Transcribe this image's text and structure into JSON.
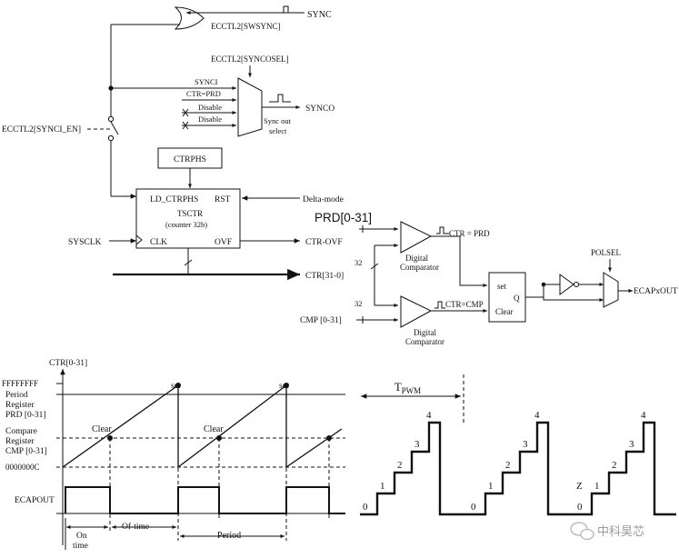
{
  "block": {
    "sync_in": "SYNC",
    "swsync": "ECCTL2[SWSYNC]",
    "syncosel": "ECCTL2[SYNCOSEL]",
    "synci_en": "ECCTL2[SYNCI_EN]",
    "mux_inputs": [
      "SYNCI",
      "CTR=PRD",
      "Disable",
      "Disable"
    ],
    "synco": "SYNCO",
    "sync_out_select": [
      "Sync out",
      "select"
    ],
    "ctrphs": "CTRPHS",
    "ld_ctrphs": "LD_CTRPHS",
    "rst": "RST",
    "tsctr": "TSCTR",
    "counter": "(counter 32b)",
    "clk": "CLK",
    "ovf": "OVF",
    "sysclk": "SYSCLK",
    "delta_mode": "Delta-mode",
    "ctr_ovf": "CTR-OVF",
    "prd": "PRD[0-31]",
    "ctr_bus": "CTR[31-0]",
    "cmp": "CMP [0-31]",
    "bus_width_1": "32",
    "bus_width_2": "32",
    "comparator_1": [
      "Digital",
      "Comparator"
    ],
    "comparator_2": [
      "Digital",
      "Comparator"
    ],
    "ctr_eq_prd": "CTR = PRD",
    "ctr_eq_cmp": "CTR=CMP",
    "latch_set": "set",
    "latch_q": "Q",
    "latch_clear": "Clear",
    "polsel": "POLSEL",
    "ecapxout": "ECAPxOUT"
  },
  "timing": {
    "ctr_axis": "CTR[0-31]",
    "ffff": "FFFFFFFF",
    "period_register": [
      "Period",
      "Register",
      "PRD [0-31]"
    ],
    "compare_register": [
      "Compare",
      "Register",
      "CMP [0-31]"
    ],
    "zero_value": "0000000C",
    "set_labels": [
      "set",
      "set"
    ],
    "clear_labels": [
      "Clear",
      "Clear"
    ],
    "ecapout": "ECAPOUT",
    "on_time": [
      "On",
      "time"
    ],
    "off_time": "Of-time",
    "period": "Period"
  },
  "staircase": {
    "tpwm": "T",
    "tpwm_sub": "PWM",
    "steps": [
      "0",
      "1",
      "2",
      "3",
      "4"
    ],
    "z_label": "Z"
  },
  "watermark": {
    "text": "中科昊芯",
    "icon": "wechat-icon"
  }
}
